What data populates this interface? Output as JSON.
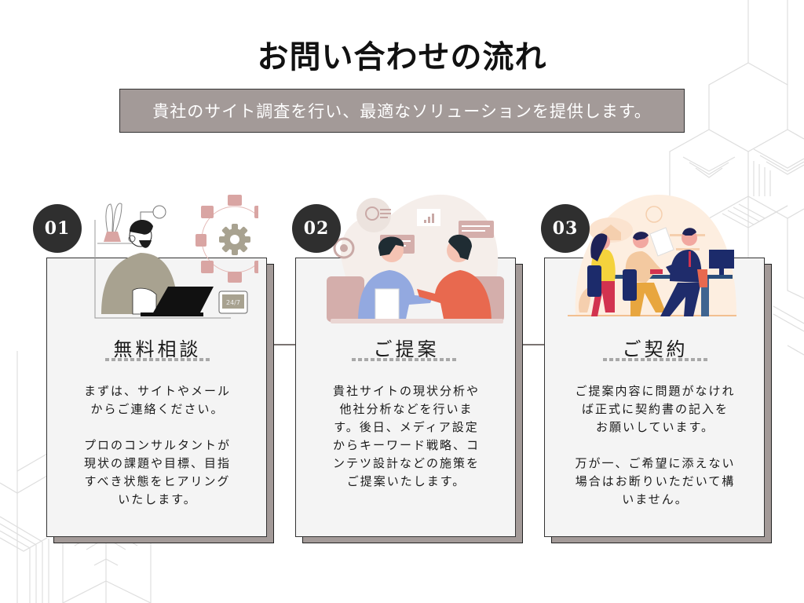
{
  "header": {
    "title": "お問い合わせの流れ",
    "subtitle": "貴社のサイト調査を行い、最適なソリューションを提供します。"
  },
  "colors": {
    "subtitle_bg": "#a39a98",
    "badge_bg": "#2f2f2f",
    "card_bg": "#f4f4f4",
    "shadow_bg": "#a39a98",
    "underline": "#a8a8a8"
  },
  "steps": [
    {
      "number": "01",
      "title": "無料相談",
      "illustration": "support-operator-illustration",
      "badge_label_on_device": "24/7",
      "paragraphs": [
        [
          "まずは、サイトやメール",
          "からご連絡ください。"
        ],
        [
          "プロのコンサルタントが",
          "現状の課題や目標、目指",
          "すべき状態をヒアリング",
          "いたします。"
        ]
      ]
    },
    {
      "number": "02",
      "title": "ご提案",
      "illustration": "meeting-discussion-illustration",
      "paragraphs": [
        [
          "貴社サイトの現状分析や",
          "他社分析などを行いま",
          "す。後日、メディア設定",
          "からキーワード戦略、コ",
          "ンテツ設計などの施策を",
          "ご提案いたします。"
        ]
      ]
    },
    {
      "number": "03",
      "title": "ご契約",
      "illustration": "contract-signing-illustration",
      "paragraphs": [
        [
          "ご提案内容に問題がなけれ",
          "ば正式に契約書の記入を",
          "お願いしています。"
        ],
        [
          "万が一、ご希望に添えない",
          "場合はお断りいただいて構",
          "いません。"
        ]
      ]
    }
  ]
}
